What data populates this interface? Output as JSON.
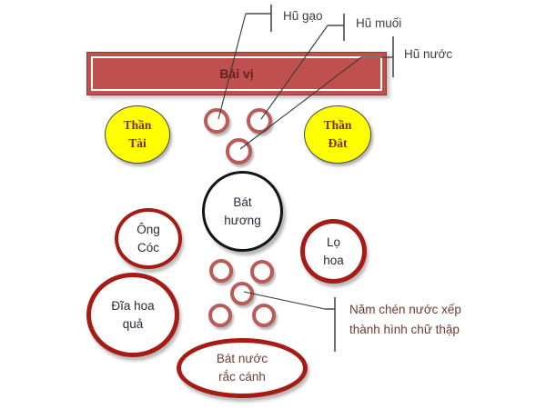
{
  "diagram": {
    "description": "Altar layout diagram",
    "title_bar": {
      "label": "Bài vị"
    },
    "deities": [
      {
        "line1": "Thần",
        "line2": "Tài"
      },
      {
        "line1": "Thần",
        "line2": "Đât"
      }
    ],
    "incense_bowl": {
      "line1": "Bát",
      "line2": "hương"
    },
    "toad": {
      "line1": "Ông",
      "line2": "Cóc"
    },
    "flower_vase": {
      "line1": "Lọ",
      "line2": "hoa"
    },
    "fruit_plate": {
      "line1": "Đĩa hoa",
      "line2": "quả"
    },
    "petal_water_bowl": {
      "line1": "Bát nước",
      "line2": "rắc cánh"
    },
    "callouts": {
      "rice_jar": "Hũ gạo",
      "salt_jar": "Hũ muối",
      "water_jar": "Hũ nước",
      "five_cups_line1": "Năm chén nước xếp",
      "five_cups_line2": "thành hình chữ thập"
    },
    "colors": {
      "plaque_fill": "#c0504d",
      "plaque_text": "#67201e",
      "deity_fill": "#ffff00",
      "deity_text": "#7b2b24",
      "jar_border": "#ba5b57",
      "crimson_border": "#a61b14",
      "incense_border": "#141414",
      "circle_text": "#262c38",
      "bowl_text": "#6e423c",
      "callout_text": "#3e3e3e",
      "cups_callout_text": "#6e3a34",
      "leader_line": "#4a4a4a"
    }
  }
}
